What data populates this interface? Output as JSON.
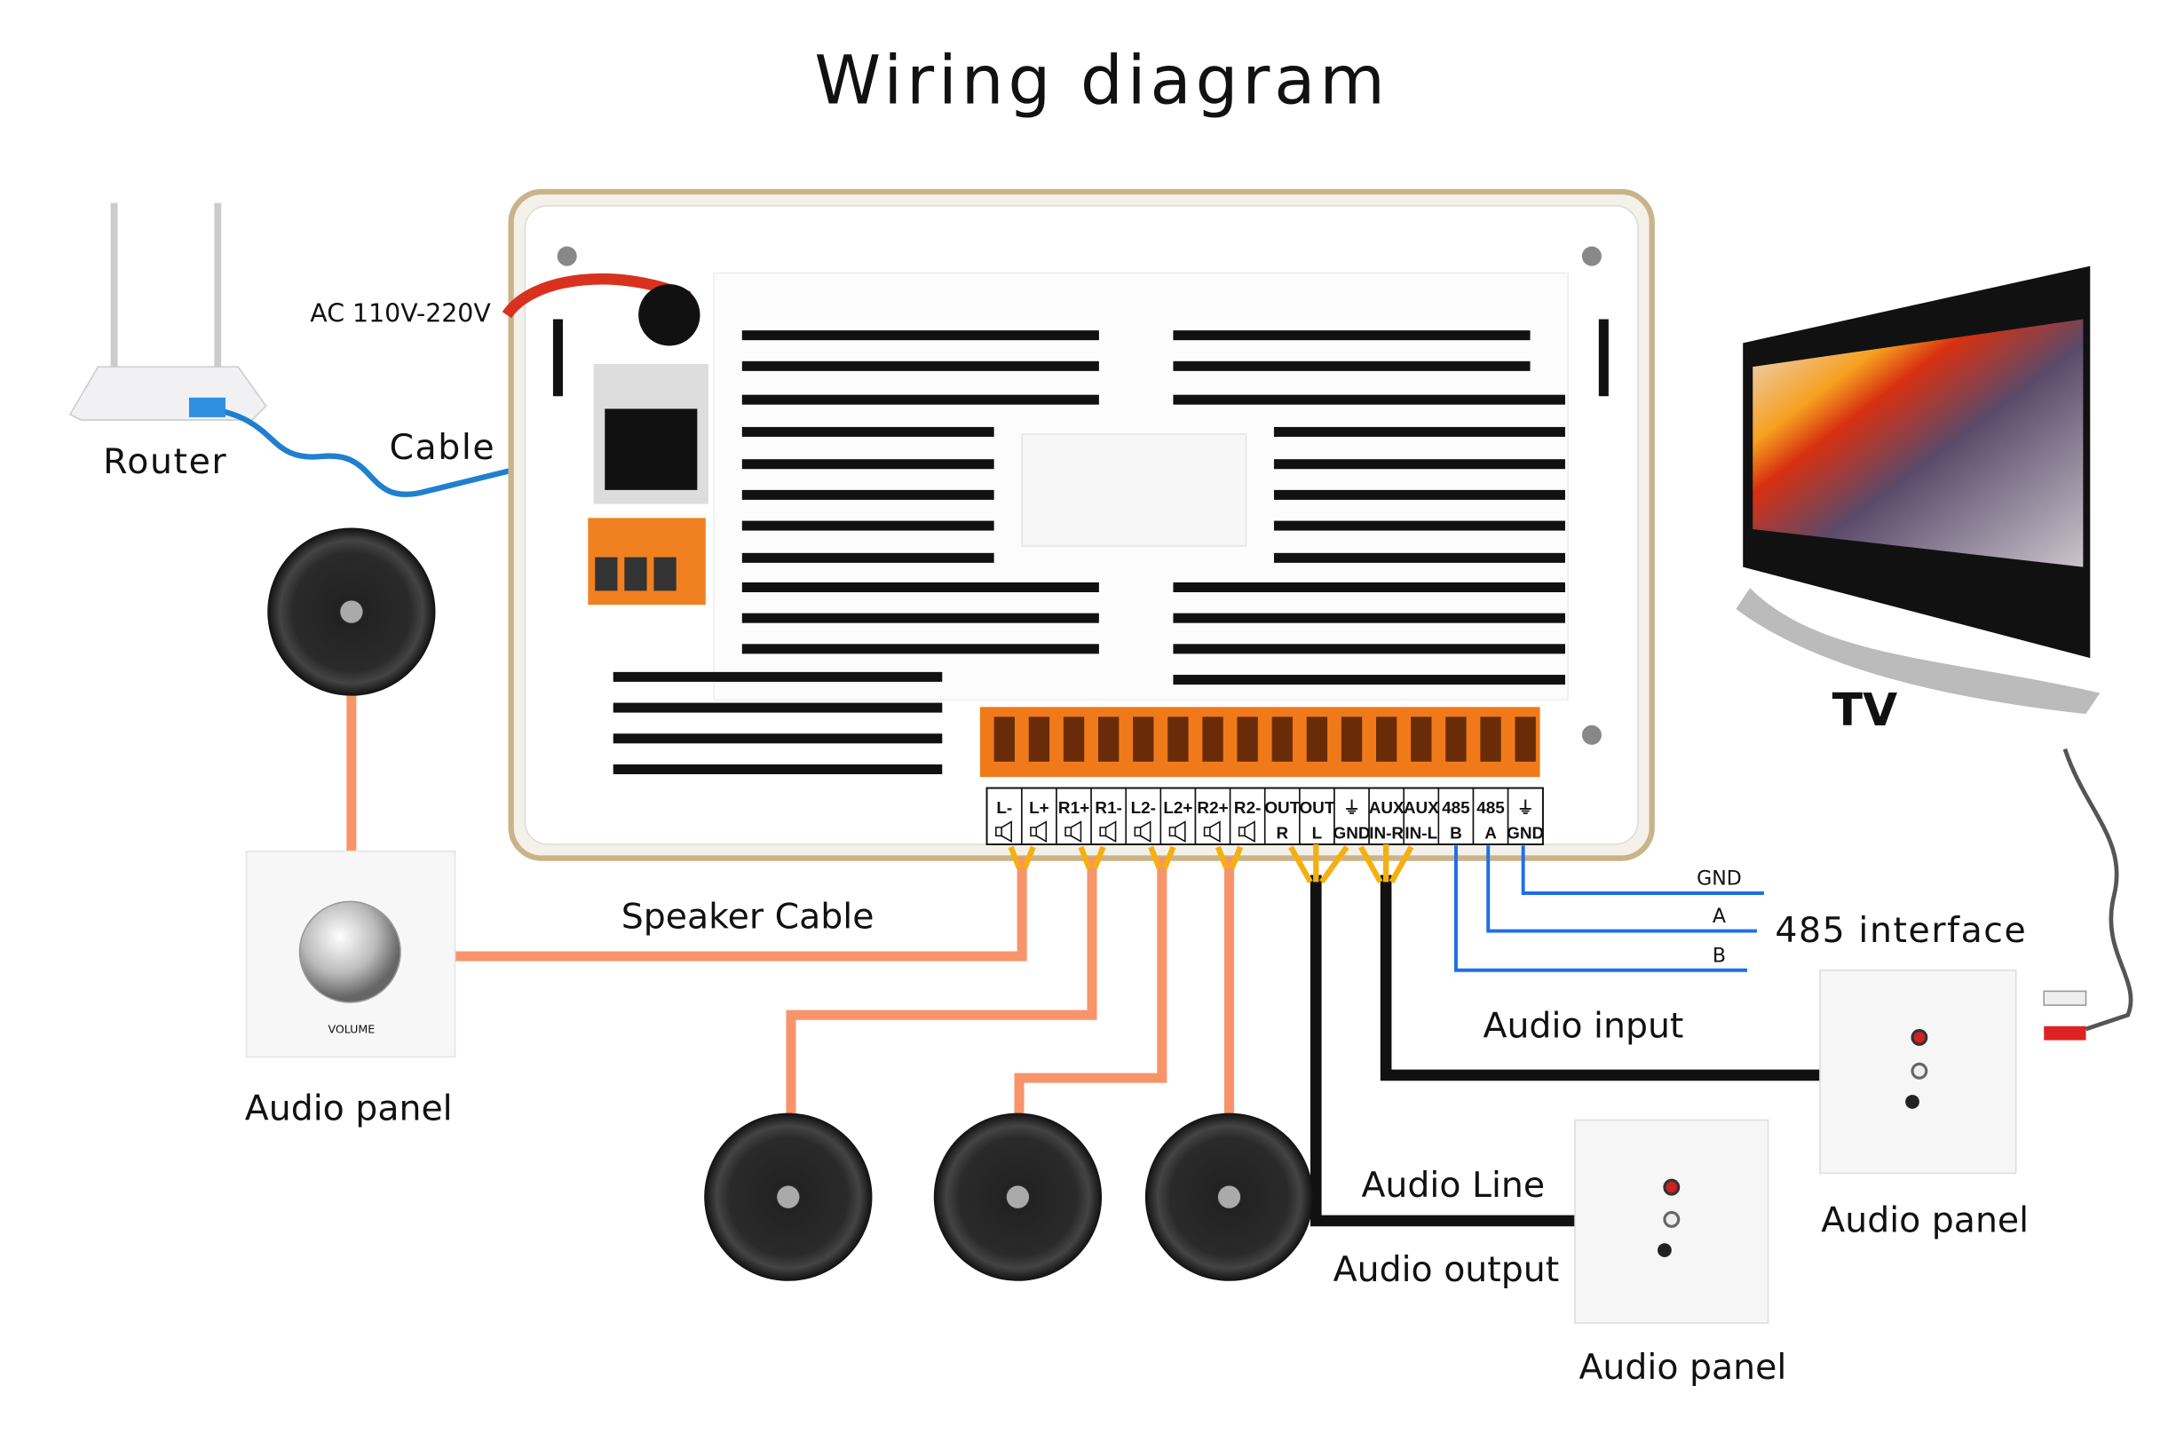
{
  "title": "Wiring diagram",
  "labels": {
    "router": "Router",
    "cable": "Cable",
    "ac_power": "AC 110V-220V",
    "speaker_cable": "Speaker Cable",
    "audio_panel_left": "Audio panel",
    "volume": "VOLUME",
    "tv": "TV",
    "interface_485": "485 interface",
    "gnd": "GND",
    "a": "A",
    "b": "B",
    "audio_input": "Audio input",
    "audio_line": "Audio Line",
    "audio_output": "Audio output",
    "audio_panel_bottom": "Audio panel",
    "audio_panel_right": "Audio panel"
  },
  "terminals": [
    {
      "top": "L-",
      "bottom": "speaker"
    },
    {
      "top": "L+",
      "bottom": "speaker"
    },
    {
      "top": "R1+",
      "bottom": "speaker"
    },
    {
      "top": "R1-",
      "bottom": "speaker"
    },
    {
      "top": "L2-",
      "bottom": "speaker"
    },
    {
      "top": "L2+",
      "bottom": "speaker"
    },
    {
      "top": "R2+",
      "bottom": "speaker"
    },
    {
      "top": "R2-",
      "bottom": "speaker"
    },
    {
      "top": "OUT",
      "bottom": "R"
    },
    {
      "top": "OUT",
      "bottom": "L"
    },
    {
      "top": "⏚",
      "bottom": "GND"
    },
    {
      "top": "AUX",
      "bottom": "IN-R"
    },
    {
      "top": "AUX",
      "bottom": "IN-L"
    },
    {
      "top": "485",
      "bottom": "B"
    },
    {
      "top": "485",
      "bottom": "A"
    },
    {
      "top": "⏚",
      "bottom": "GND"
    }
  ],
  "colors": {
    "speaker_wire": "#f7946a",
    "audio_wire": "#111111",
    "rs485_wire": "#1e6fe8",
    "network_cable": "#1f7fd0",
    "power_wire": "#d8321e",
    "terminal_block": "#f07a1a",
    "device_frame": "#c9b48a"
  }
}
